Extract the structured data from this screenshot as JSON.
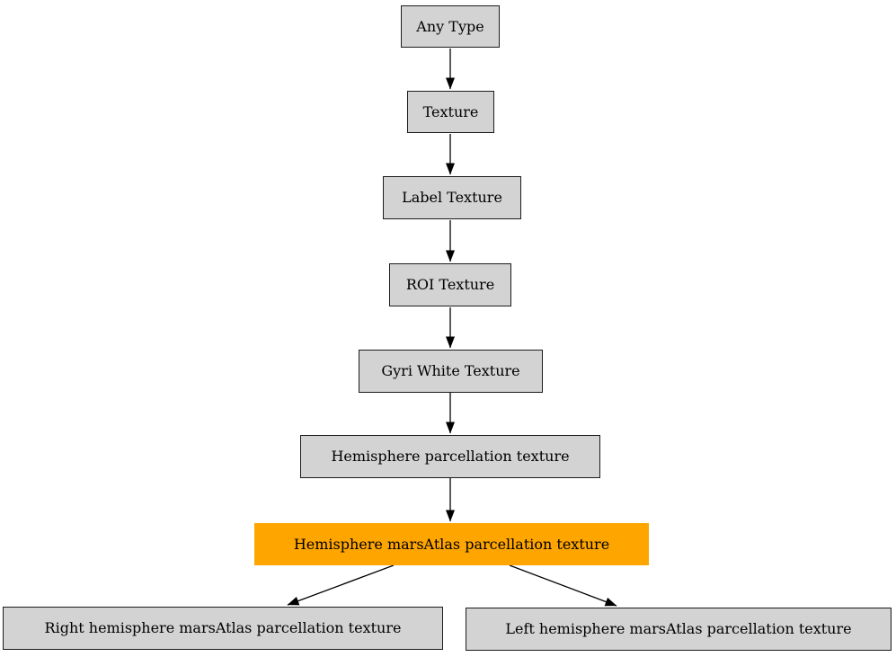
{
  "diagram": {
    "kind": "type-hierarchy-flowchart",
    "nodes": [
      {
        "id": "any-type",
        "label": "Any Type",
        "highlighted": false
      },
      {
        "id": "texture",
        "label": "Texture",
        "highlighted": false
      },
      {
        "id": "label-texture",
        "label": "Label Texture",
        "highlighted": false
      },
      {
        "id": "roi-texture",
        "label": "ROI Texture",
        "highlighted": false
      },
      {
        "id": "gyri-white-texture",
        "label": "Gyri White Texture",
        "highlighted": false
      },
      {
        "id": "hemisphere-parcellation-texture",
        "label": "Hemisphere parcellation texture",
        "highlighted": false
      },
      {
        "id": "hemisphere-marsatlas-parcellation-texture",
        "label": "Hemisphere marsAtlas parcellation texture",
        "highlighted": true
      },
      {
        "id": "right-hemisphere-marsatlas-parcellation-texture",
        "label": "Right hemisphere marsAtlas parcellation texture",
        "highlighted": false
      },
      {
        "id": "left-hemisphere-marsatlas-parcellation-texture",
        "label": "Left hemisphere marsAtlas parcellation texture",
        "highlighted": false
      }
    ],
    "edges": [
      {
        "from": "Any Type",
        "to": "Texture"
      },
      {
        "from": "Texture",
        "to": "Label Texture"
      },
      {
        "from": "Label Texture",
        "to": "ROI Texture"
      },
      {
        "from": "ROI Texture",
        "to": "Gyri White Texture"
      },
      {
        "from": "Gyri White Texture",
        "to": "Hemisphere parcellation texture"
      },
      {
        "from": "Hemisphere parcellation texture",
        "to": "Hemisphere marsAtlas parcellation texture"
      },
      {
        "from": "Hemisphere marsAtlas parcellation texture",
        "to": "Right hemisphere marsAtlas parcellation texture"
      },
      {
        "from": "Hemisphere marsAtlas parcellation texture",
        "to": "Left hemisphere marsAtlas parcellation texture"
      }
    ],
    "colors": {
      "background": "#ffffff",
      "node_fill": "#d3d3d3",
      "node_border": "#1c1c1c",
      "highlight_fill": "#ffa500",
      "edge": "#000000",
      "text": "#000000"
    }
  }
}
